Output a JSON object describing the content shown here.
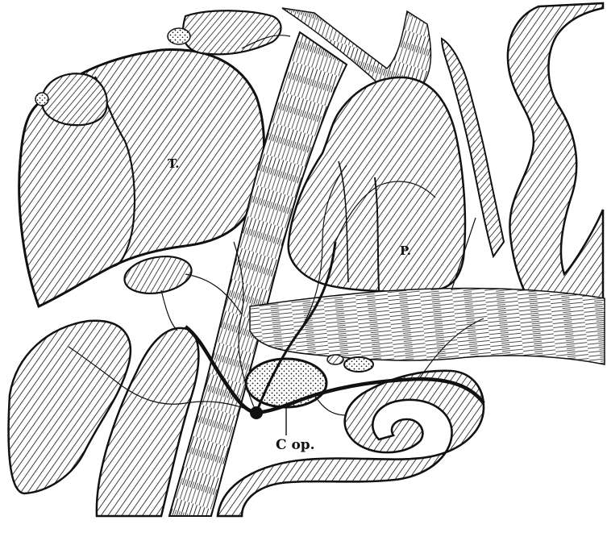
{
  "figure": {
    "labels": {
      "t": "T.",
      "p": "P.",
      "c_op": "C op."
    },
    "colors": {
      "ink": "#111111",
      "paper": "#ffffff"
    }
  }
}
